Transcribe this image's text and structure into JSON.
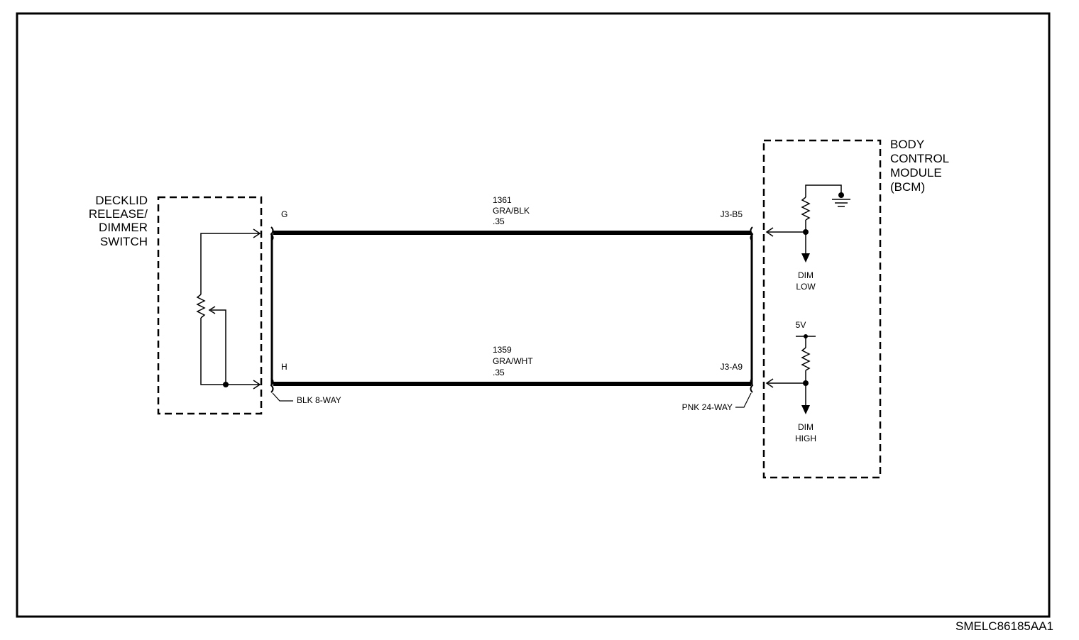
{
  "left_component": {
    "name_lines": [
      "DECKLID",
      "RELEASE/",
      "DIMMER",
      "SWITCH"
    ]
  },
  "right_component": {
    "name_lines": [
      "BODY",
      "CONTROL",
      "MODULE",
      "(BCM)"
    ]
  },
  "circuits": [
    {
      "number": "1361",
      "color": "GRA/BLK",
      "gauge": ".35",
      "left_pin": "G",
      "right_pin": "J3-B5"
    },
    {
      "number": "1359",
      "color": "GRA/WHT",
      "gauge": ".35",
      "left_pin": "H",
      "right_pin": "J3-A9"
    }
  ],
  "connectors": {
    "left": "BLK 8-WAY",
    "right": "PNK 24-WAY"
  },
  "bcm_outputs": {
    "low": [
      "DIM",
      "LOW"
    ],
    "high": [
      "DIM",
      "HIGH"
    ],
    "supply": "5V"
  },
  "reference_code": "SMELC86185AA1"
}
